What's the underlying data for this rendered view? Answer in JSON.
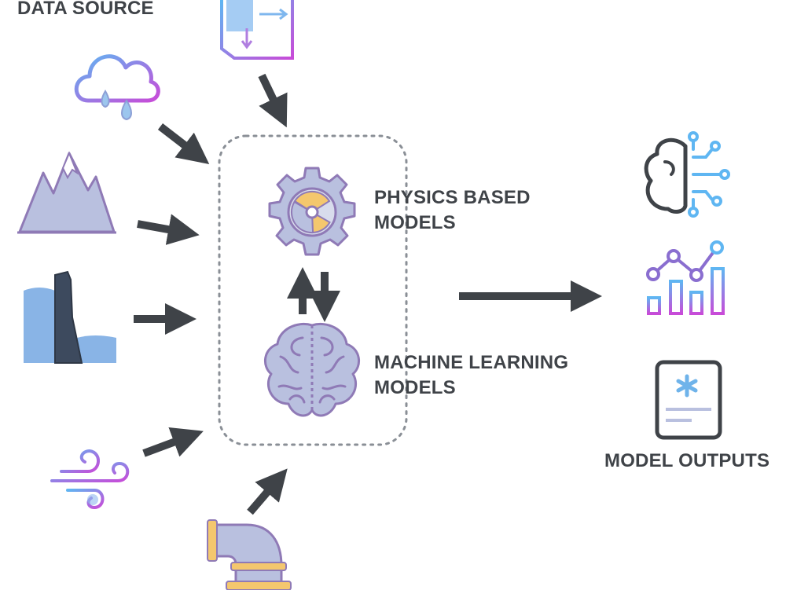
{
  "labels": {
    "data_source": "DATA SOURCE",
    "physics_line1": "PHYSICS BASED",
    "physics_line2": "MODELS",
    "ml_line1": "MACHINE LEARNING",
    "ml_line2": "MODELS",
    "model_outputs": "MODEL OUTPUTS"
  },
  "icons": {
    "data_sources": [
      "flow-box-icon",
      "rain-cloud-icon",
      "mountain-icon",
      "dam-icon",
      "wind-icon",
      "pipe-icon"
    ],
    "models": [
      "gear-icon",
      "brain-icon"
    ],
    "outputs": [
      "ai-brain-circuit-icon",
      "bar-line-chart-icon",
      "document-icon"
    ]
  },
  "colors": {
    "text": "#3f4348",
    "arrow": "#3f4348",
    "icon_fill": "#b9c0df",
    "icon_stroke": "#8f7ab6",
    "water": "#89b4e6",
    "accent_orange": "#f4c76e",
    "gradient_start": "#5fb6f2",
    "gradient_end": "#c84bd8"
  }
}
